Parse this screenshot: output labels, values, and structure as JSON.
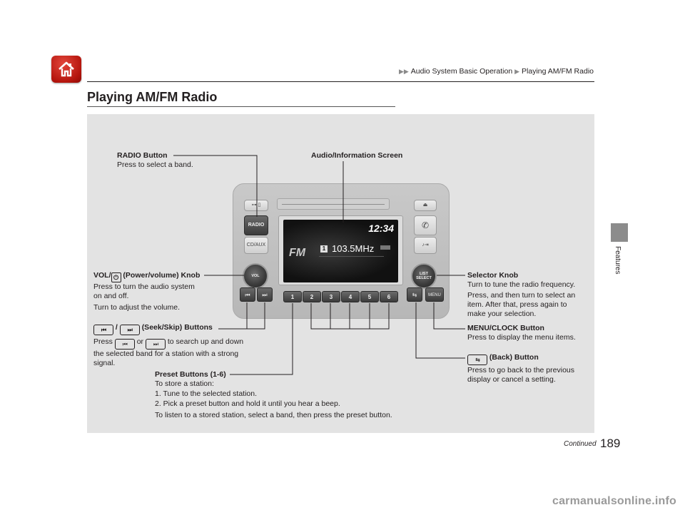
{
  "header": {
    "breadcrumb": [
      "Audio System Basic Operation",
      "Playing AM/FM Radio"
    ]
  },
  "page": {
    "title": "Playing AM/FM Radio",
    "side_label": "Features",
    "continued": "Continued",
    "page_number": "189"
  },
  "device": {
    "radio_label": "RADIO",
    "cdaux_label": "CD/AUX",
    "vol_label": "VOL",
    "select_label": "LIST\nSELECT",
    "menu_label": "MENU",
    "screen": {
      "clock": "12:34",
      "band": "FM",
      "preset": "1",
      "frequency": "103.5MHz"
    },
    "preset_labels": [
      "1",
      "2",
      "3",
      "4",
      "5",
      "6"
    ]
  },
  "callouts": {
    "radio": {
      "heading": "RADIO Button",
      "text": "Press to select a band."
    },
    "screen": {
      "heading": "Audio/Information Screen"
    },
    "vol": {
      "heading_a": "VOL/",
      "heading_b": " (Power/volume) Knob",
      "lines": [
        "Press to turn the audio system",
        "on and off.",
        "Turn to adjust the volume."
      ]
    },
    "seek": {
      "heading": "(Seek/Skip) Buttons",
      "press": "Press",
      "or": "or",
      "line1": "to search up and down",
      "line2": "the selected band for a station with a strong",
      "line3": "signal."
    },
    "preset": {
      "heading": "Preset Buttons (1-6)",
      "lines": [
        "To store a station:",
        "1.  Tune to the selected station.",
        "2.  Pick a preset button and hold it until you hear a beep.",
        "To listen to a stored station, select a band, then press the preset button."
      ]
    },
    "selector": {
      "heading": "Selector Knob",
      "lines": [
        "Turn to tune the radio frequency.",
        "Press, and then turn to select an",
        "item. After that, press again to",
        "make your selection."
      ]
    },
    "menu": {
      "heading": "MENU/CLOCK Button",
      "text": "Press to display the menu items."
    },
    "back": {
      "heading": "(Back) Button",
      "lines": [
        "Press to go back to the previous",
        "display or cancel a setting."
      ]
    }
  },
  "watermark": "carmanualsonline.info",
  "colors": {
    "home_button": "#c0140c",
    "panel_bg": "#e3e3e3",
    "side_tab": "#8c8c8c"
  }
}
